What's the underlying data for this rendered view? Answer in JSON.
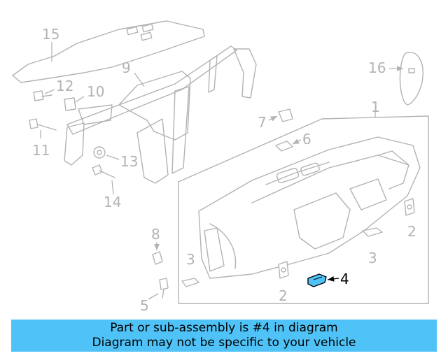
{
  "diagram": {
    "callouts": [
      "1",
      "2",
      "2",
      "3",
      "3",
      "4",
      "5",
      "6",
      "7",
      "8",
      "9",
      "10",
      "11",
      "12",
      "13",
      "14",
      "15",
      "16"
    ],
    "highlight_part": "4",
    "highlight_color": "#4fc3f7"
  },
  "banner": {
    "line1": "Part or sub-assembly is #4 in diagram",
    "line2": "Diagram may not be specific to your vehicle",
    "background": "#4fc3f7"
  }
}
